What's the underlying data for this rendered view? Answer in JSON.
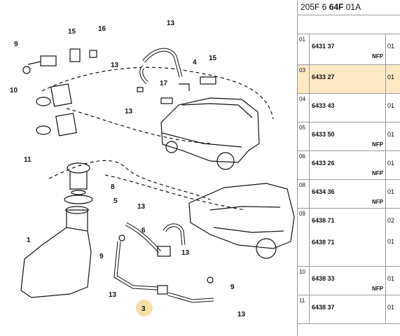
{
  "diagram": {
    "callouts": [
      "9",
      "15",
      "16",
      "13",
      "13",
      "15",
      "4",
      "10",
      "13",
      "17",
      "11",
      "8",
      "5",
      "1",
      "13",
      "6",
      "9",
      "13",
      "9",
      "13",
      "3",
      "13"
    ]
  },
  "catalog": {
    "ref_prefix": "205F 6 ",
    "ref_code": "64F",
    "ref_suffix": " 01A",
    "rows": [
      {
        "idx": "01",
        "part": "6431 37",
        "qty": "01",
        "tag": "NFP",
        "selected": false
      },
      {
        "idx": "03",
        "part": "6433 27",
        "qty": "01",
        "tag": "",
        "selected": true
      },
      {
        "idx": "04",
        "part": "6433 43",
        "qty": "01",
        "tag": "",
        "selected": false
      },
      {
        "idx": "05",
        "part": "6433 50",
        "qty": "01",
        "tag": "NFP",
        "selected": false
      },
      {
        "idx": "06",
        "part": "6433 26",
        "qty": "01",
        "tag": "NFP",
        "selected": false
      },
      {
        "idx": "08",
        "part": "6434 36",
        "qty": "01",
        "tag": "NFP",
        "selected": false
      },
      {
        "idx": "09",
        "part": "6438 71",
        "part2": "6438 71",
        "qty": "02",
        "qty2": "01",
        "tag": "",
        "selected": false
      },
      {
        "idx": "10",
        "part": "6438 33",
        "qty": "01",
        "tag": "NFP",
        "selected": false
      },
      {
        "idx": "11",
        "part": "6438 37",
        "qty": "01",
        "tag": "",
        "selected": false
      }
    ]
  },
  "colors": {
    "highlight": "#fde8c4",
    "callout_bubble": "#f6dfa6",
    "grid": "#9a9a9a"
  }
}
